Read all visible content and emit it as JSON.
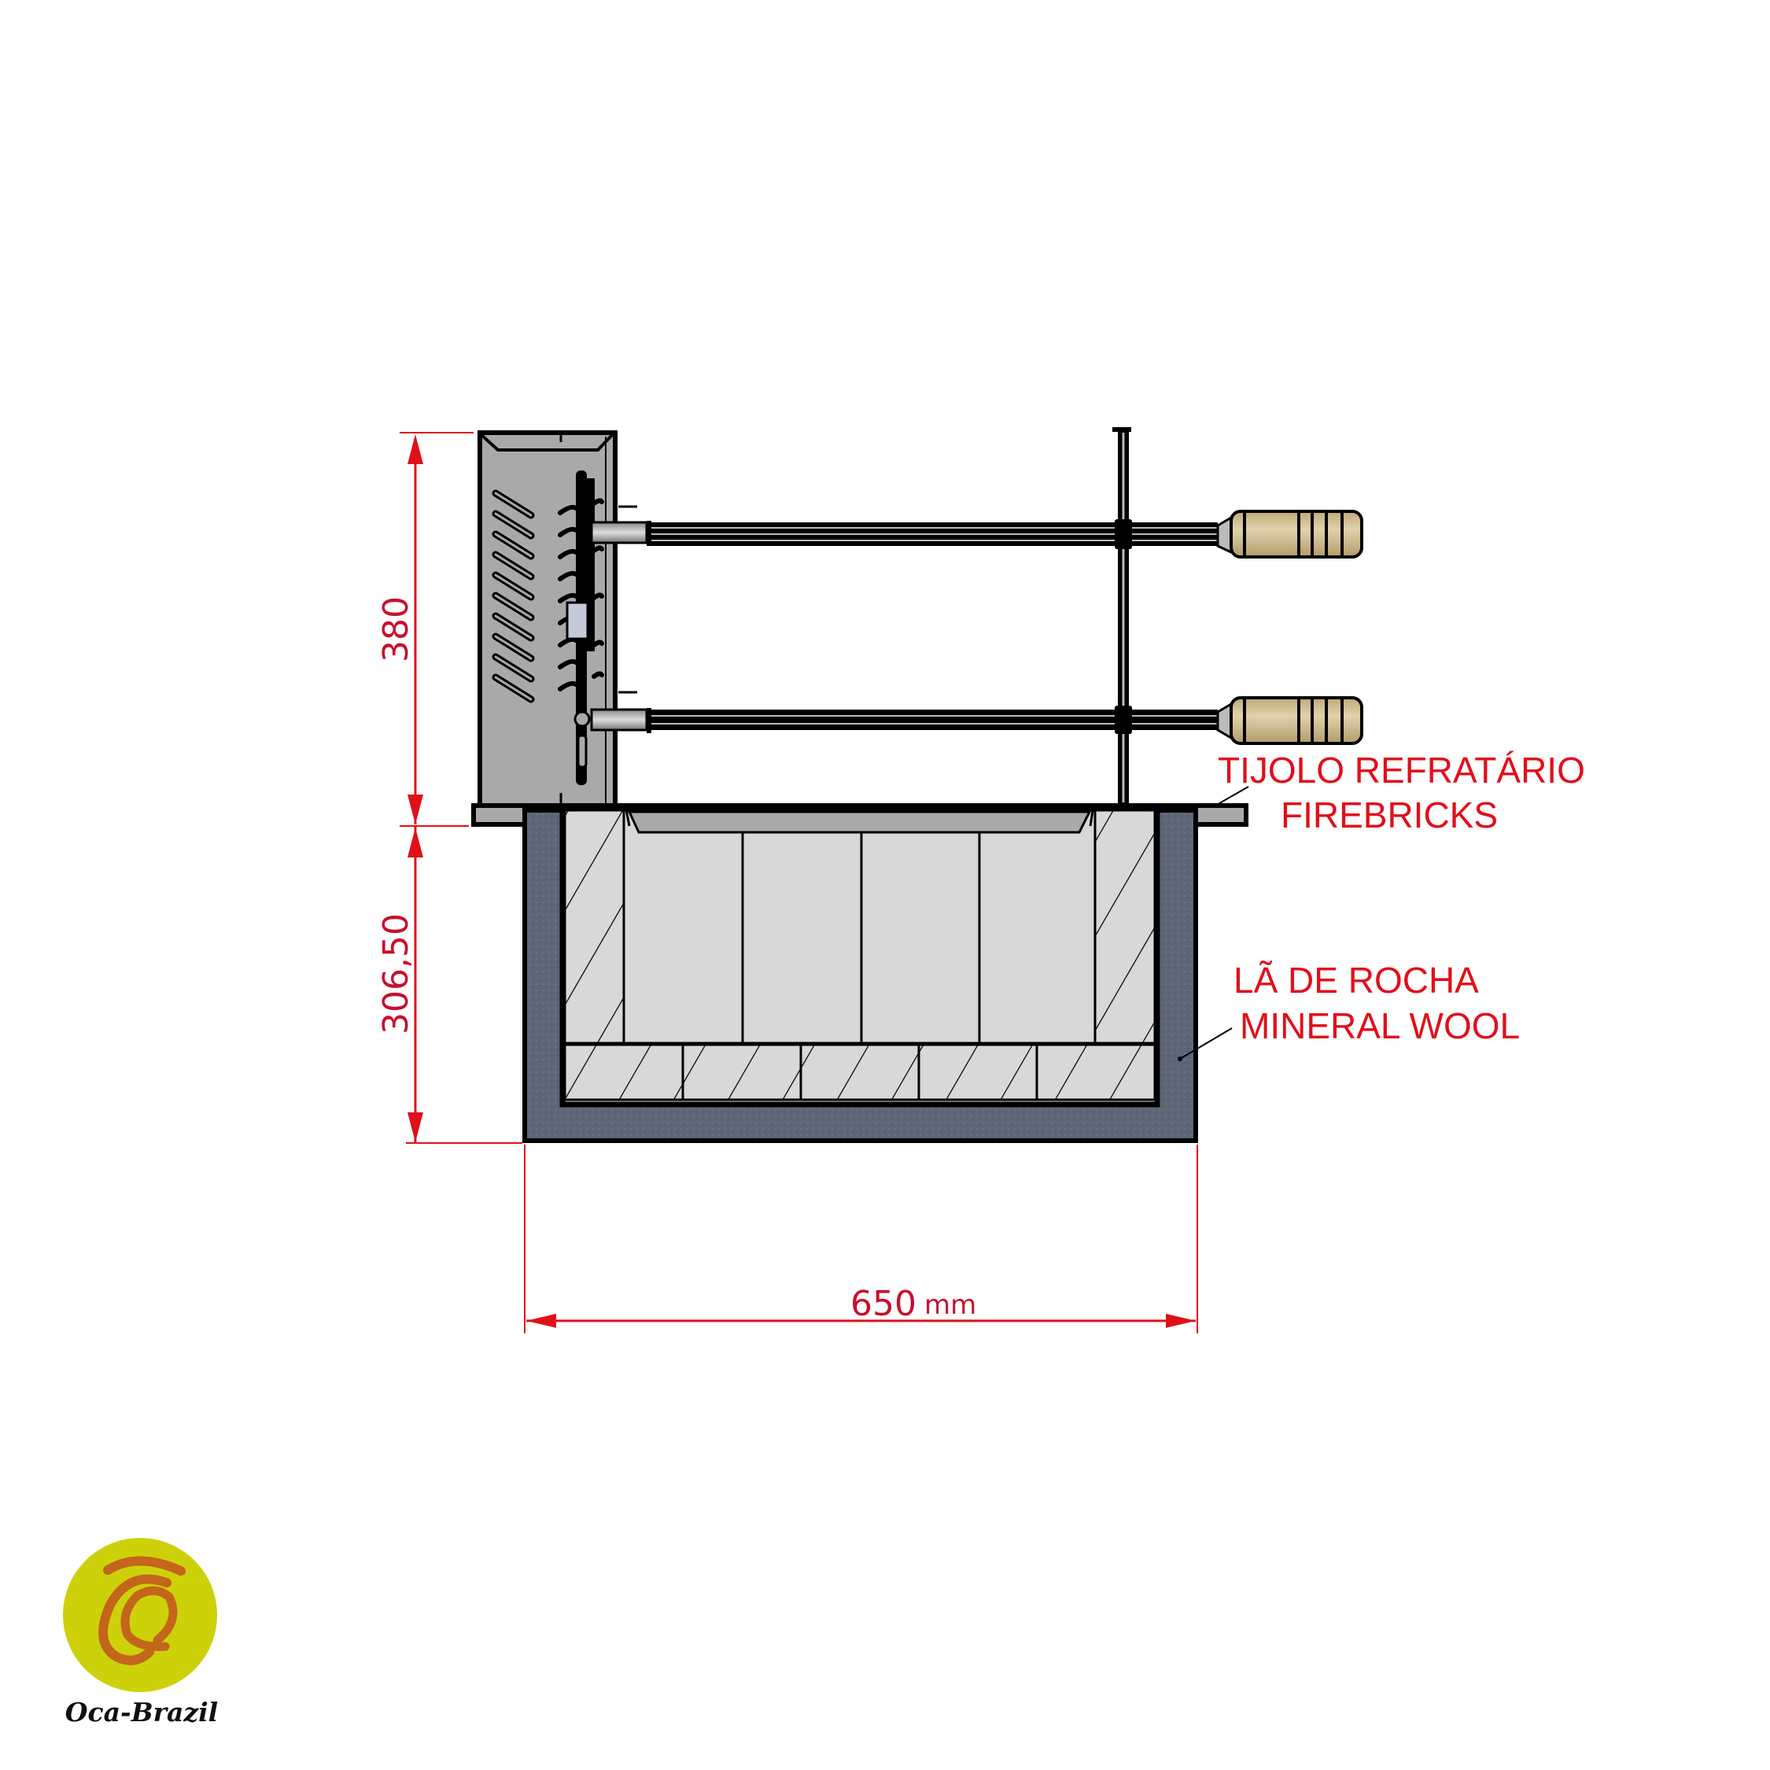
{
  "drawing": {
    "title": "Rotisserie grill section view",
    "colors": {
      "dimension": "#e0101a",
      "label": "#e0101a",
      "steel_body": "#a9a9a9",
      "mineral_wool": "#5d6676",
      "firebrick": "#d8d8d8",
      "handle": "#cdb889",
      "outline": "#000000"
    }
  },
  "dimensions": {
    "height_upper": {
      "value": "380"
    },
    "height_lower": {
      "value": "306,50"
    },
    "width": {
      "value": "650",
      "unit": "mm"
    }
  },
  "labels": {
    "firebricks": {
      "line1": "TIJOLO REFRATÁRIO",
      "line2": "FIREBRICKS"
    },
    "mineral_wool": {
      "line1": "LÃ DE ROCHA",
      "line2": "MINERAL WOOL"
    }
  },
  "components": {
    "motor_housing": "motor-housing",
    "skewers": [
      {
        "name": "skewer-upper"
      },
      {
        "name": "skewer-lower"
      }
    ],
    "firebrick_columns": 4,
    "firebrick_floor_blocks": 5
  },
  "logo": {
    "glyph": "Ô",
    "brand": "Oca-Brazil",
    "circle_color": "#cdd10a",
    "glyph_color": "#c4651c"
  }
}
